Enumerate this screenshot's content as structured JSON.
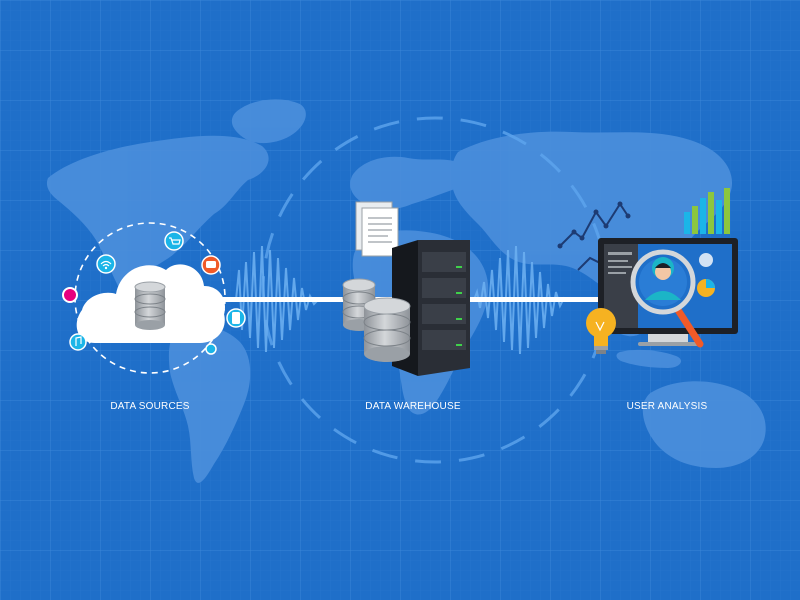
{
  "labels": {
    "data_sources": "DATA SOURCES",
    "data_warehouse": "DATA WAREHOUSE",
    "user_analysis": "USER ANALYSIS"
  },
  "colors": {
    "background": "#1f6fc9",
    "grid_line": "#3a86d8",
    "map": "#4b8fdc",
    "connector": "#ffffff",
    "cloud": "#ffffff",
    "cylinder": "#b4b8bd",
    "server_dark": "#1d2026",
    "server_led": "#3fd14a",
    "monitor_screen": "#1f6fc9",
    "avatar_teal": "#1bb5c7",
    "bulb": "#f6b221",
    "bar_green": "#8cc63f",
    "bar_blue": "#1bb5e8",
    "pink_node": "#e6007e",
    "orange_node": "#f05a28"
  },
  "icons": [
    "cart-icon",
    "wifi-icon",
    "message-icon",
    "music-icon",
    "phone-icon"
  ]
}
